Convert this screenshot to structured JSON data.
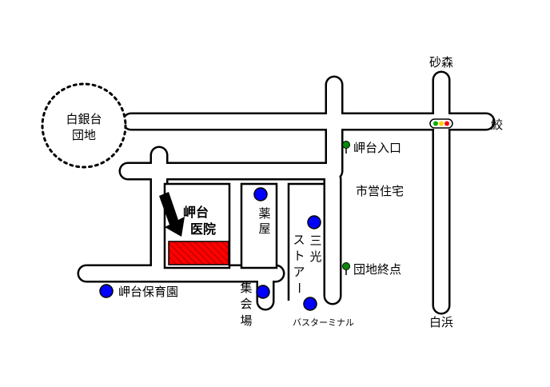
{
  "map": {
    "area": {
      "line1": "白銀台",
      "line2": "団地"
    },
    "hospital": {
      "line1": "岬台",
      "line2": "医院"
    },
    "pharmacy": {
      "label": "薬屋",
      "chars": [
        "薬",
        "屋"
      ]
    },
    "store": {
      "col1": [
        "三",
        "光"
      ],
      "col2": [
        "ス",
        "ト",
        "ア",
        "ー"
      ]
    },
    "nursery": "岬台保育園",
    "hall": {
      "chars": [
        "集",
        "会",
        "場"
      ]
    },
    "bus_terminal": "バスターミナル",
    "bus_stop_1": "岬台入口",
    "bus_stop_2": "団地終点",
    "housing": "市営住宅",
    "dir_north": "砂森",
    "dir_east": "鮫",
    "dir_south": "白浜"
  },
  "colors": {
    "marker": "#0000ff",
    "hospital_fill": "#ff0000",
    "bus_stop": "#0a8a0a",
    "signal_red": "#ff0000",
    "signal_yellow": "#ffd200",
    "signal_green": "#00b000"
  }
}
